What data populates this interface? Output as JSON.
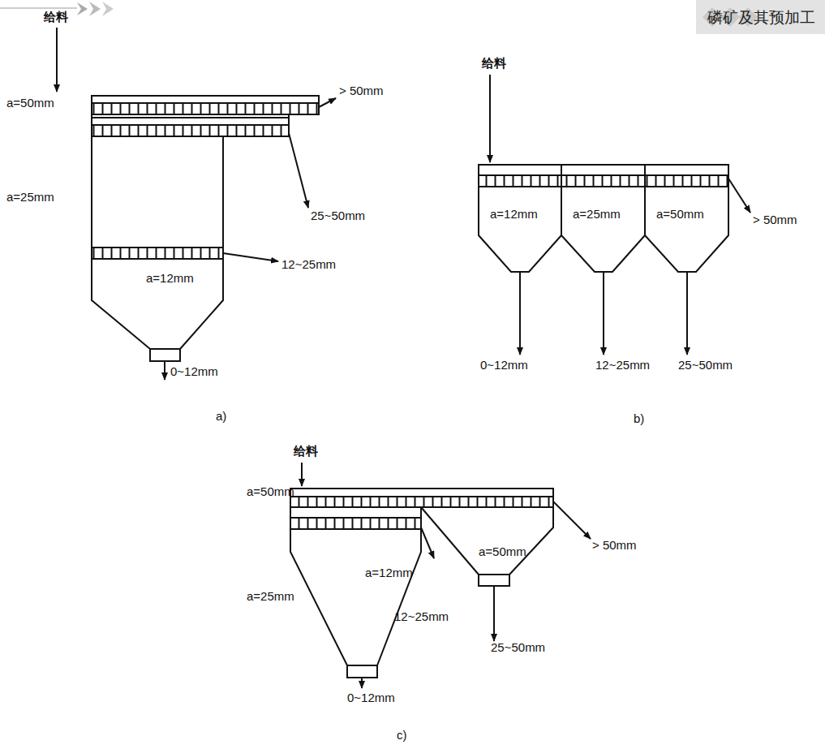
{
  "diagram": {
    "labels": [
      "磷矿及其预加工",
      "给料",
      "a=50mm",
      "> 50mm",
      "25~50mm",
      "a=25mm",
      "a=12mm",
      "12~25mm",
      "0~12mm",
      "a)",
      "给料",
      "a=12mm",
      "a=25mm",
      "a=50mm",
      "> 50mm",
      "0~12mm",
      "12~25mm",
      "25~50mm",
      "b)",
      "给料",
      "a=50mm",
      "> 50mm",
      "a=50mm",
      "a=25mm",
      "a=12mm",
      "12~25mm",
      "25~50mm",
      "0~12mm",
      "c)"
    ]
  }
}
